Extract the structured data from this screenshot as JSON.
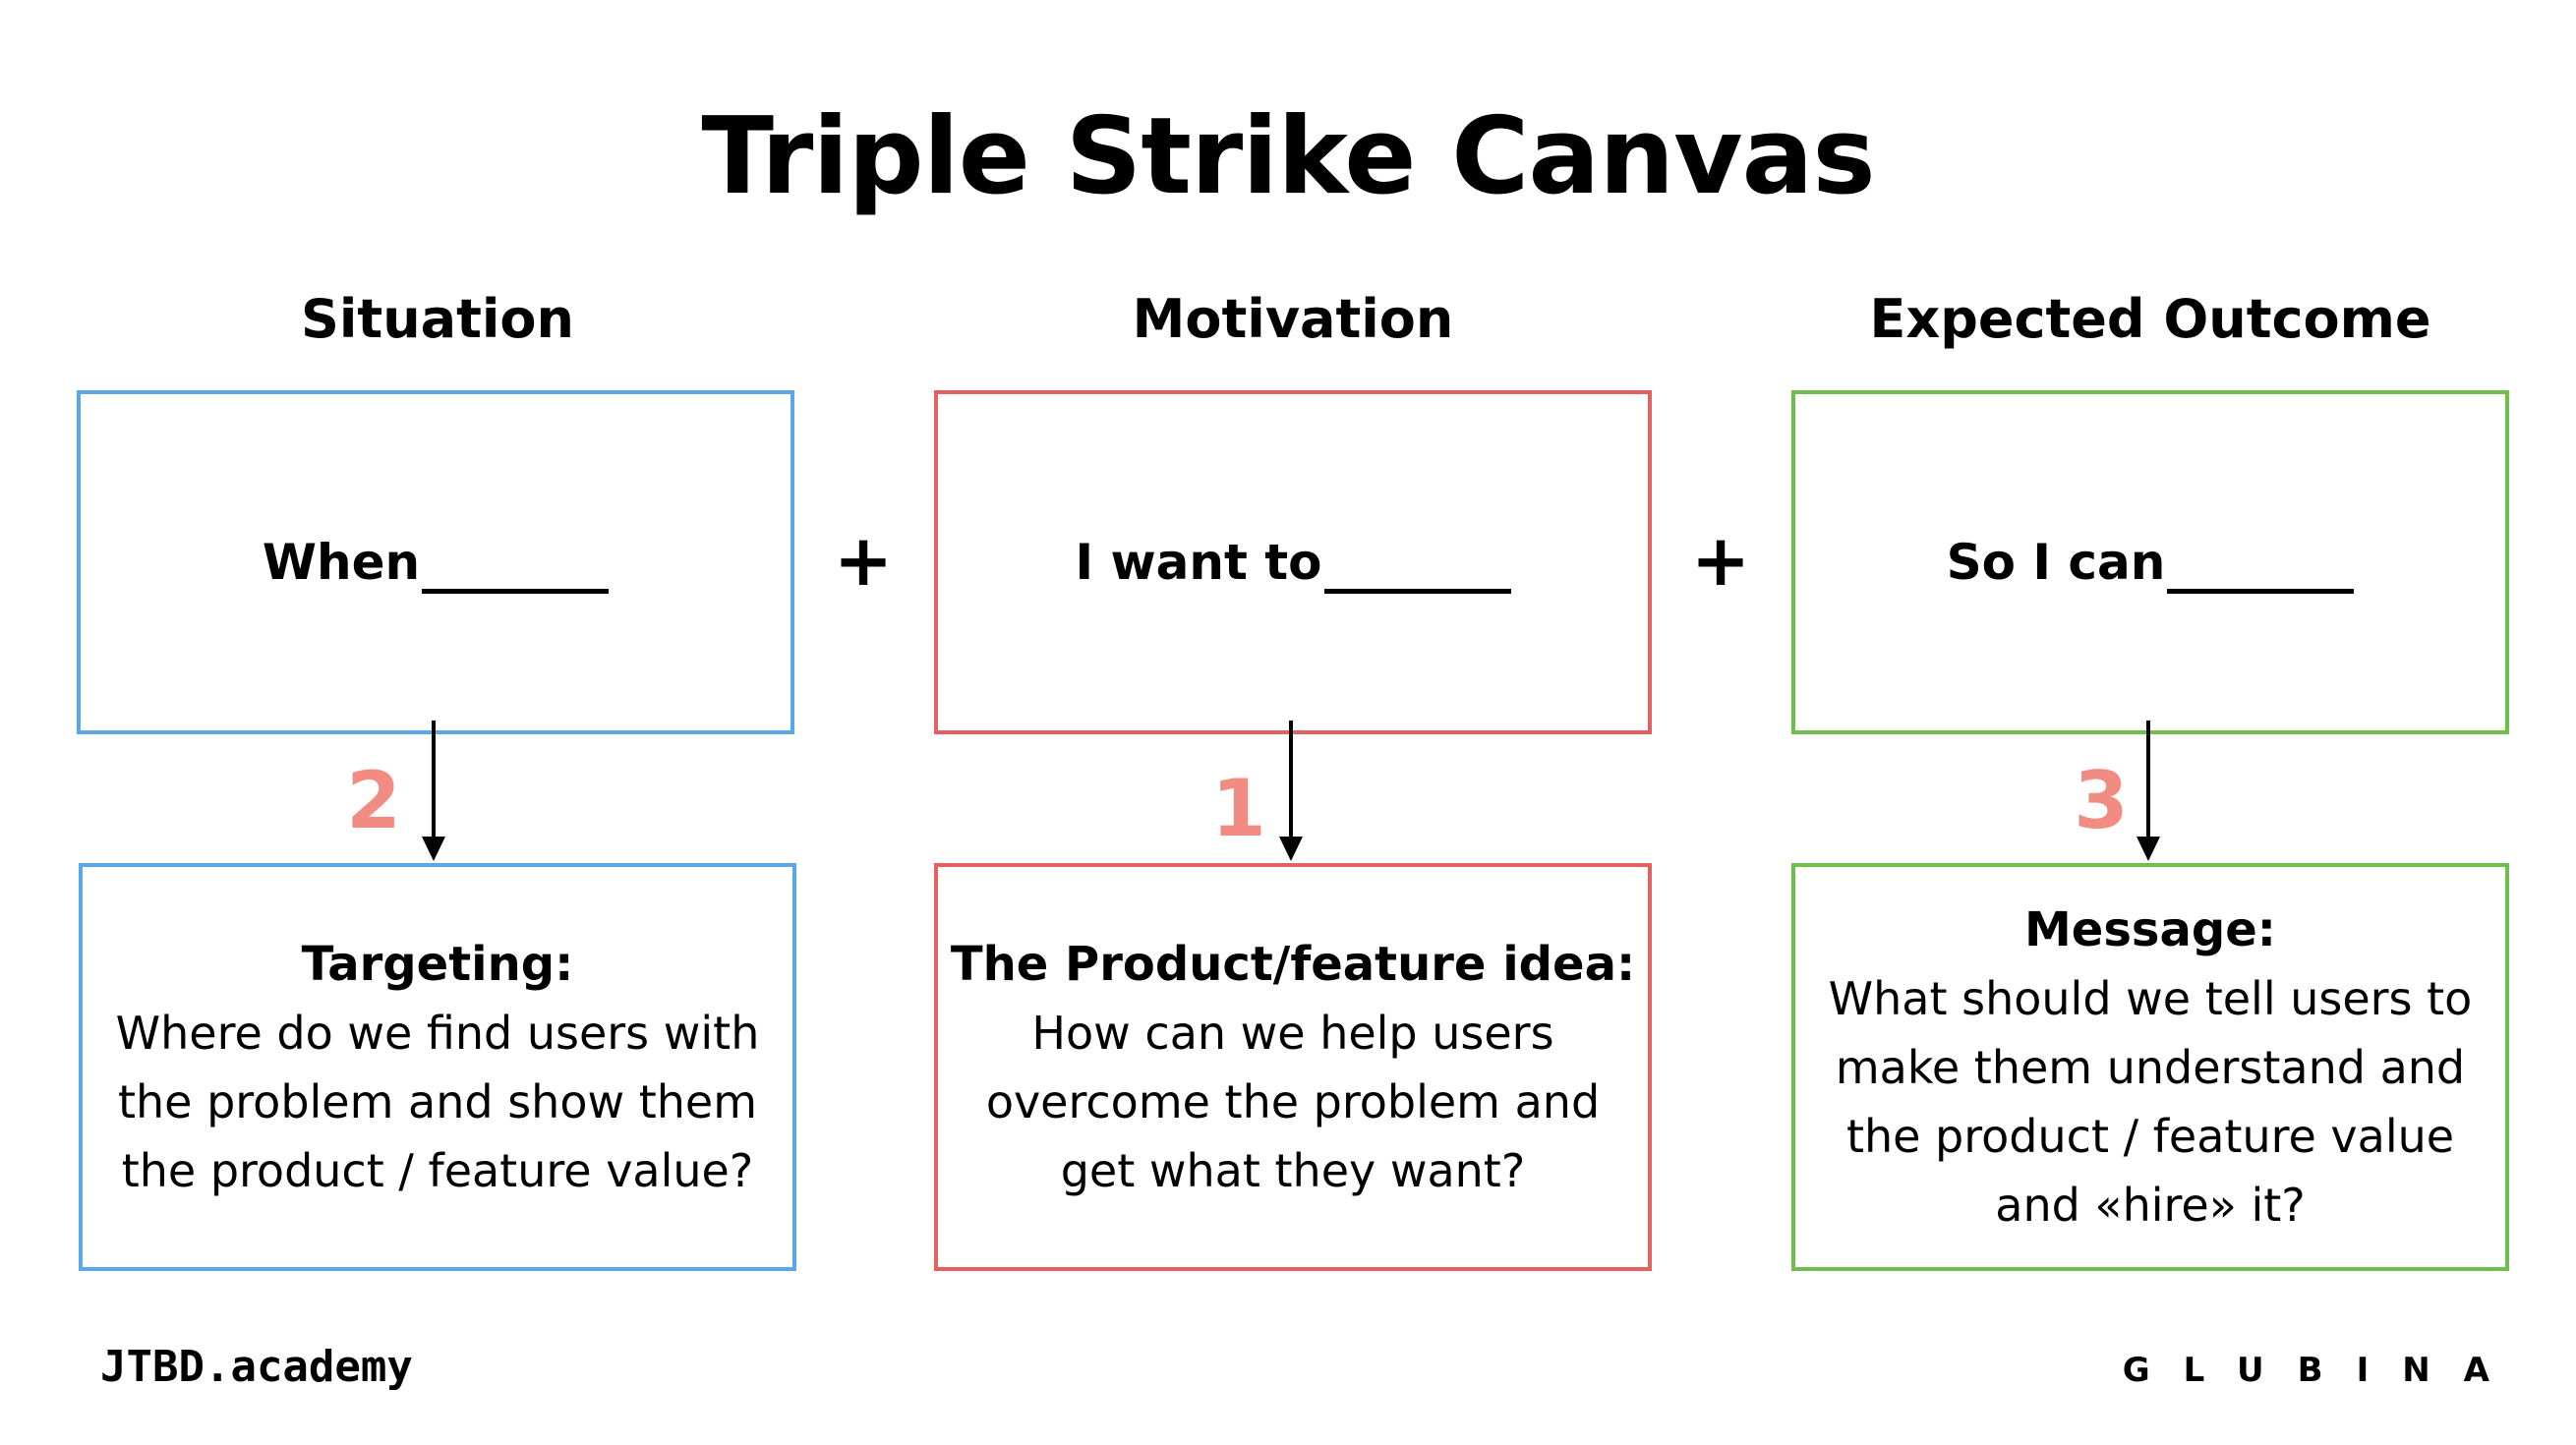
{
  "title": "Triple Strike Canvas",
  "colors": {
    "situation": "#5aa7ea",
    "motivation": "#e46160",
    "outcome": "#6fbf4f",
    "step_number": "#f28b82"
  },
  "columns": [
    {
      "heading": "Situation",
      "prompt": "When",
      "step": "2",
      "bottom_heading": "Targeting:",
      "bottom_text": "Where do we find users with the problem and show them the product / feature value?"
    },
    {
      "heading": "Motivation",
      "prompt": "I want to",
      "step": "1",
      "bottom_heading": "The Product/feature idea:",
      "bottom_text": "How can we help users overcome the problem and get what they want?"
    },
    {
      "heading": "Expected Outcome",
      "prompt": "So I can",
      "step": "3",
      "bottom_heading": "Message:",
      "bottom_text": "What should we tell users to make them understand and the product / feature value and «hire» it?"
    }
  ],
  "operators": [
    "+",
    "+"
  ],
  "footer": {
    "left": "JTBD.academy",
    "right": "GLUBINA"
  }
}
